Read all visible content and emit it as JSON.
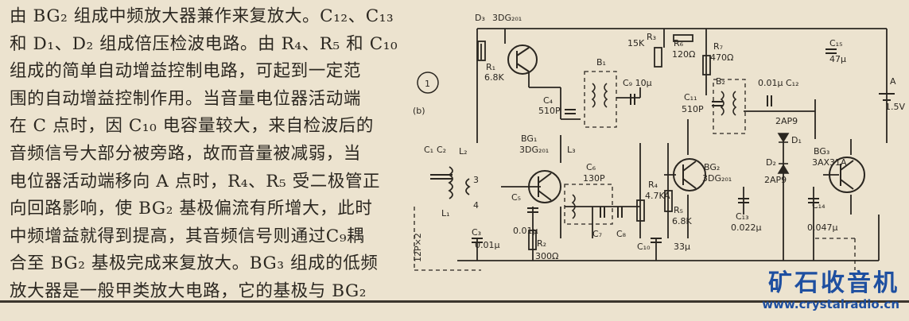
{
  "article": {
    "lines": [
      "由 BG₂ 组成中频放大器兼作来复放大。C₁₂、C₁₃",
      "和 D₁、D₂ 组成倍压检波电路。由 R₄、R₅ 和 C₁₀",
      "组成的简单自动增益控制电路，可起到一定范",
      "围的自动增益控制作用。当音量电位器活动端",
      "在 C 点时，因 C₁₀ 电容量较大，来自检波后的",
      "音频信号大部分被旁路，故而音量被减弱，当",
      "电位器活动端移向 A 点时，R₄、R₅ 受二极管正",
      "向回路影响，使 BG₂ 基极偏流有所增大，此时",
      "中频增益就得到提高，其音频信号则通过C₉耦",
      "合至 BG₂ 基极完成来复放大。BG₃ 组成的低频",
      "放大器是一般甲类放大电路，它的基极与 BG₂"
    ]
  },
  "schematic": {
    "figure_number": "1",
    "figure_sub": "(b)",
    "labels": {
      "d3": "D₃",
      "d3_type": "3DG₂₀₁",
      "r1": "R₁",
      "r1_val": "6.8K",
      "r3_val": "15K",
      "r3": "R₃",
      "r6": "R₆",
      "r6_val": "120Ω",
      "r7": "R₇",
      "r7_val": "470Ω",
      "c15": "C₁₅",
      "c15_val": "47μ",
      "a": "A",
      "batt": "1.5V",
      "b1": "B₁",
      "c4": "C₄",
      "c4_val": "510P",
      "c9": "C₉ 10μ",
      "b2": "B₂",
      "c11": "C₁₁",
      "c11_val": "510P",
      "c12": "0.01μ C₁₂",
      "d1": "D₁",
      "d1_type": "2AP9",
      "d2": "D₂",
      "d2_type": "2AP9",
      "bg1": "BG₁",
      "bg1_type": "3DG₂₀₁",
      "l3": "L₃",
      "c1": "C₁",
      "c2": "C₂",
      "l2": "L₂",
      "l1": "L₁",
      "pin3": "3",
      "pin4": "4",
      "c6": "C₆",
      "c6_val": "130P",
      "bg2": "BG₂",
      "bg2_type": "3DG₂₀₁",
      "bg3": "BG₃",
      "bg3_type": "3AX31A",
      "r4": "R₄",
      "r4_val": "4.7K",
      "a2": "A",
      "r5": "R₅",
      "r5_val": "6.8K",
      "c5": "C₅",
      "c5_val": "0.01μ",
      "c3": "C₃",
      "c3_val": "0.01μ",
      "r2": "R₂",
      "r2_val": "300Ω",
      "c7": "C₇",
      "c8": "C₈",
      "c10": "C₁₀",
      "c10_val": "33μ",
      "c13": "C₁₃",
      "c13_val": "0.022μ",
      "c14": "C₁₄",
      "c14_val": "0.047μ",
      "ant": "12P×2"
    }
  },
  "watermark": {
    "logo": "矿石收音机",
    "url": "www.crystalradio.cn"
  }
}
